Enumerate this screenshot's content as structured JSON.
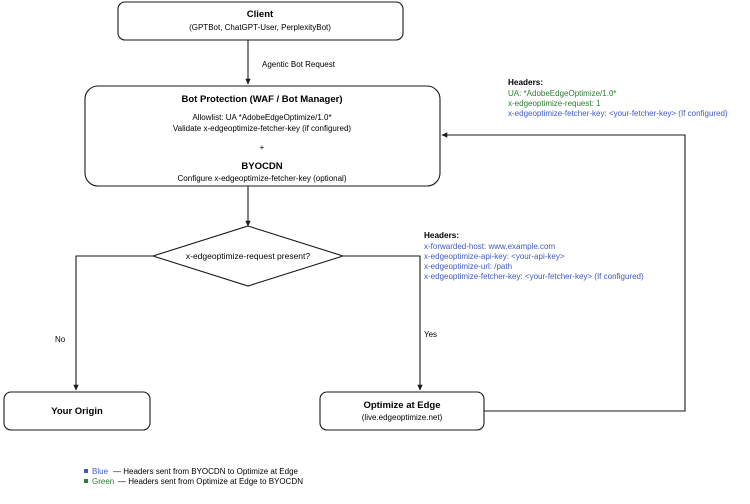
{
  "diagram": {
    "nodes": {
      "client": {
        "title": "Client",
        "subtitle": "(GPTBot, ChatGPT-User, PerplexityBot)"
      },
      "bot_protection": {
        "title": "Bot Protection (WAF / Bot Manager)",
        "line1": "Allowlist: UA *AdobeEdgeOptimize/1.0*",
        "line2": "Validate x-edgeoptimize-fetcher-key (if configured)",
        "plus": "+",
        "subtitle": "BYOCDN",
        "line3": "Configure x-edgeoptimize-fetcher-key (optional)"
      },
      "decision": {
        "label": "x-edgeoptimize-request present?"
      },
      "origin": {
        "title": "Your Origin"
      },
      "edge": {
        "title": "Optimize at Edge",
        "subtitle": "(live.edgeoptimize.net)"
      }
    },
    "edges": {
      "client_to_bot": "Agentic Bot Request",
      "decision_no": "No",
      "decision_yes": "Yes"
    },
    "headers_green": {
      "title": "Headers:",
      "lines": [
        {
          "text": "UA: *AdobeEdgeOptimize/1.0*",
          "color": "#2e7d32"
        },
        {
          "text": "x-edgeoptimize-request: 1",
          "color": "#2e7d32"
        },
        {
          "text": "x-edgeoptimize-fetcher-key: <your-fetcher-key> (If configured)",
          "color": "#4059c4"
        }
      ]
    },
    "headers_blue": {
      "title": "Headers:",
      "lines": [
        {
          "text": "x-forwarded-host: www.example.com",
          "color": "#4059c4"
        },
        {
          "text": "x-edgeoptimize-api-key: <your-api-key>",
          "color": "#4059c4"
        },
        {
          "text": "x-edgeoptimize-url: /path",
          "color": "#4059c4"
        },
        {
          "text": "x-edgeoptimize-fetcher-key: <your-fetcher-key> (If configured)",
          "color": "#4059c4"
        }
      ]
    },
    "legend": [
      {
        "swatch": "#4059c4",
        "key": "Blue",
        "dash": " — ",
        "desc": "Headers sent from BYOCDN to Optimize at Edge"
      },
      {
        "swatch": "#2e7d32",
        "key": "Green",
        "dash": " — ",
        "desc": "Headers sent from Optimize at Edge to BYOCDN"
      }
    ],
    "colors": {
      "blue": "#4059c4",
      "green": "#2e7d32",
      "stroke": "#1a1a1a"
    }
  }
}
